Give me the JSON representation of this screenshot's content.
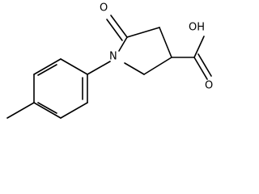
{
  "molecule": {
    "atoms": {
      "carbonyl_oxygen": "O",
      "ring_nitrogen": "N",
      "hydroxyl": "OH"
    }
  }
}
